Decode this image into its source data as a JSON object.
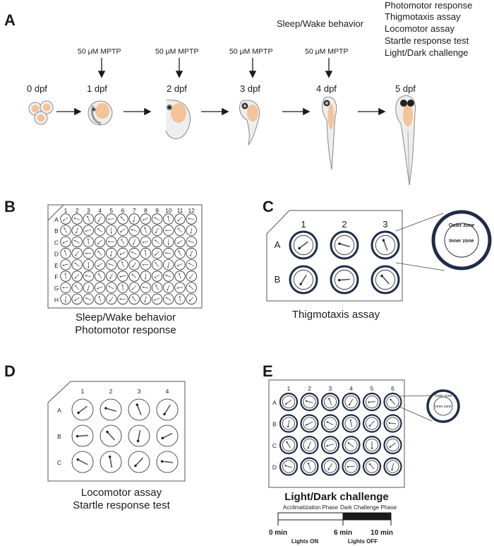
{
  "panels": {
    "a": "A",
    "b": "B",
    "c": "C",
    "d": "D",
    "e": "E"
  },
  "timeline": {
    "stages": [
      "0 dpf",
      "1 dpf",
      "2 dpf",
      "3 dpf",
      "4 dpf",
      "5 dpf"
    ],
    "treatment": "50 μM MPTP",
    "day4_assay": "Sleep/Wake behavior",
    "day5_assays": [
      "Photomotor response",
      "Thigmotaxis assay",
      "Locomotor assay",
      "Startle response test",
      "Light/Dark challenge"
    ]
  },
  "plate96": {
    "columns": [
      "1",
      "2",
      "3",
      "4",
      "5",
      "6",
      "7",
      "8",
      "9",
      "10",
      "11",
      "12"
    ],
    "rows": [
      "A",
      "B",
      "C",
      "D",
      "E",
      "F",
      "G",
      "H"
    ],
    "caption": [
      "Sleep/Wake behavior",
      "Photomotor response"
    ]
  },
  "plate6": {
    "columns": [
      "1",
      "2",
      "3"
    ],
    "rows": [
      "A",
      "B"
    ],
    "outer_zone": "Outer zone",
    "inner_zone": "Inner zone",
    "caption": "Thigmotaxis assay"
  },
  "plate12": {
    "columns": [
      "1",
      "2",
      "3",
      "4"
    ],
    "rows": [
      "A",
      "B",
      "C"
    ],
    "caption": [
      "Locomotor assay",
      "Startle response test"
    ]
  },
  "plate24": {
    "columns": [
      "1",
      "2",
      "3",
      "4",
      "5",
      "6"
    ],
    "rows": [
      "A",
      "B",
      "C",
      "D"
    ],
    "outer_zone": "Outer zone",
    "inner_zone": "Inner zone",
    "caption": "Light/Dark challenge",
    "phases": [
      "Acclimatization Phase",
      "Dark Challenge Phase"
    ],
    "times": [
      "0 min",
      "6 min",
      "10 min"
    ],
    "lights": [
      "Lights ON",
      "Lights OFF"
    ]
  },
  "colors": {
    "yolk": "#f5c39a",
    "well_ring": "#1f2d4a",
    "ink": "#1a1a1a"
  }
}
